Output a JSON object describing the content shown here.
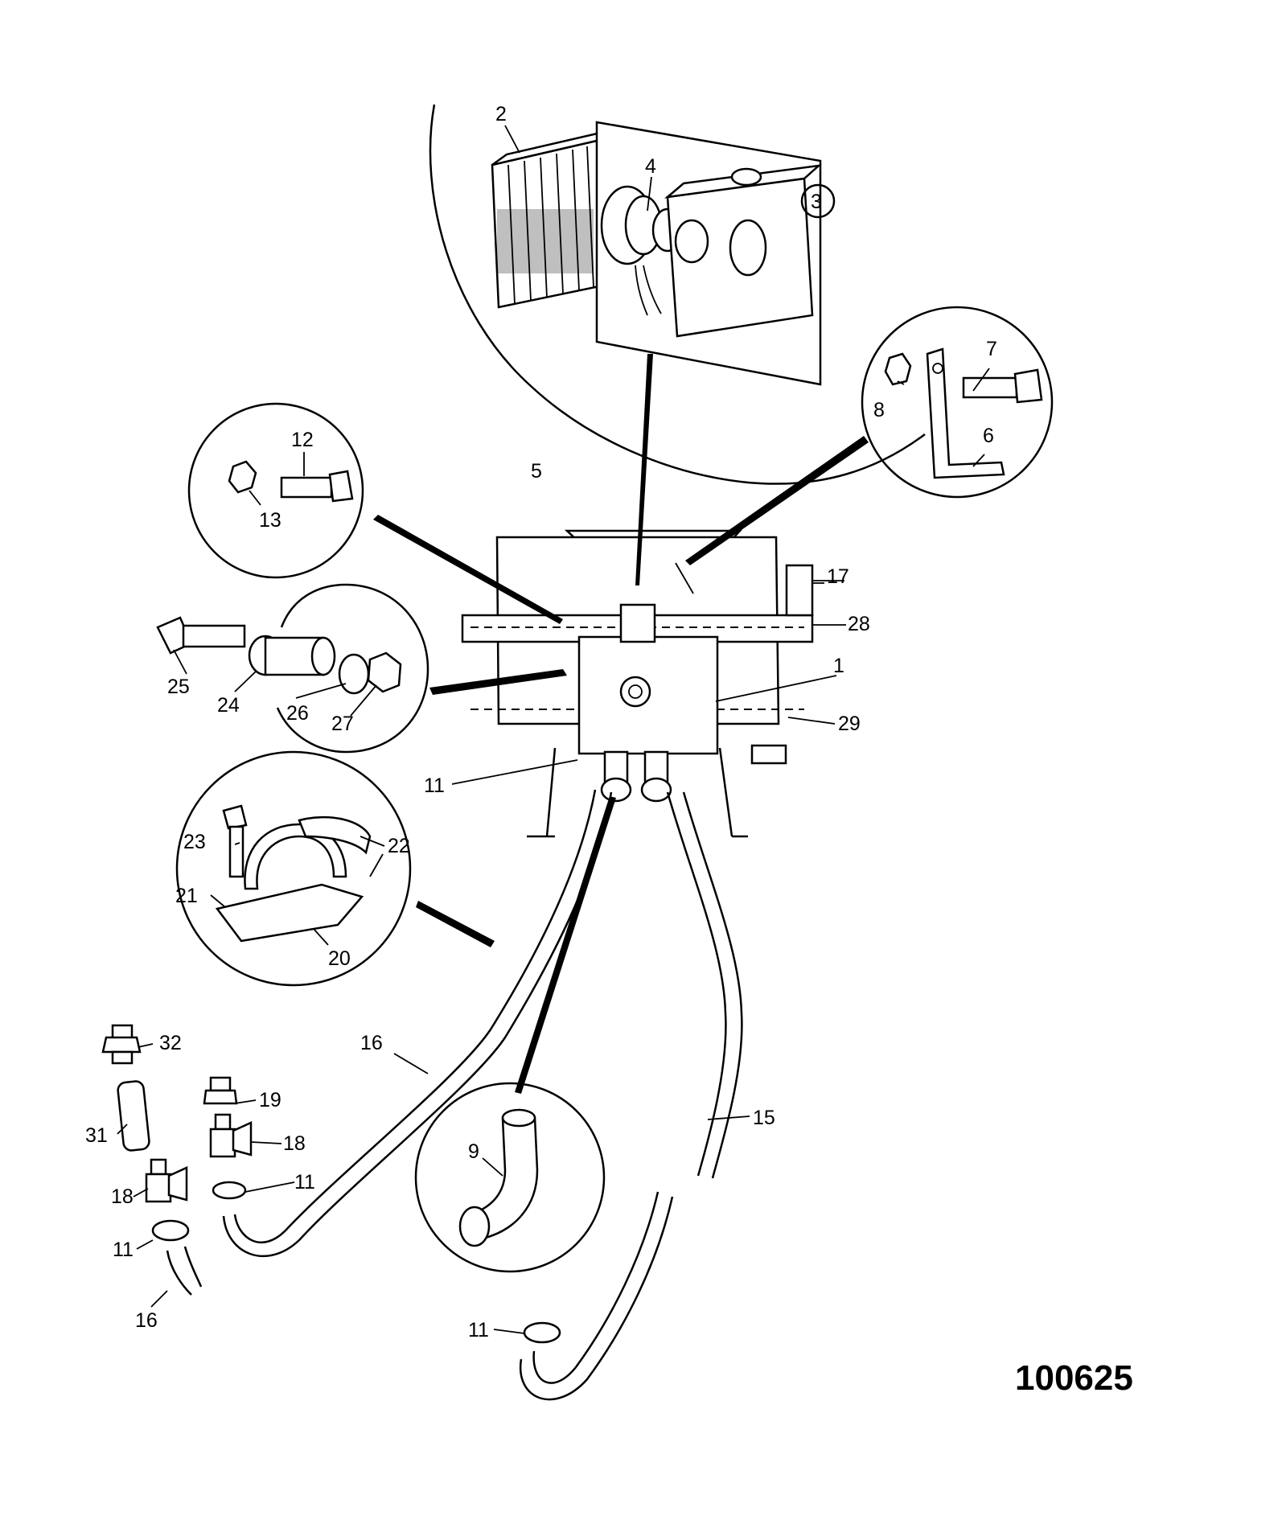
{
  "diagram_number": "100625",
  "callouts": [
    {
      "id": "c1",
      "text": "1"
    },
    {
      "id": "c2",
      "text": "2"
    },
    {
      "id": "c3",
      "text": "3"
    },
    {
      "id": "c4",
      "text": "4"
    },
    {
      "id": "c5",
      "text": "5"
    },
    {
      "id": "c6",
      "text": "6"
    },
    {
      "id": "c7",
      "text": "7"
    },
    {
      "id": "c8",
      "text": "8"
    },
    {
      "id": "c9",
      "text": "9"
    },
    {
      "id": "c11a",
      "text": "11"
    },
    {
      "id": "c11b",
      "text": "11"
    },
    {
      "id": "c11c",
      "text": "11"
    },
    {
      "id": "c11d",
      "text": "11"
    },
    {
      "id": "c12",
      "text": "12"
    },
    {
      "id": "c13",
      "text": "13"
    },
    {
      "id": "c15",
      "text": "15"
    },
    {
      "id": "c16a",
      "text": "16"
    },
    {
      "id": "c16b",
      "text": "16"
    },
    {
      "id": "c17",
      "text": "17"
    },
    {
      "id": "c18a",
      "text": "18"
    },
    {
      "id": "c18b",
      "text": "18"
    },
    {
      "id": "c19",
      "text": "19"
    },
    {
      "id": "c20",
      "text": "20"
    },
    {
      "id": "c21",
      "text": "21"
    },
    {
      "id": "c22",
      "text": "22"
    },
    {
      "id": "c23",
      "text": "23"
    },
    {
      "id": "c24",
      "text": "24"
    },
    {
      "id": "c25",
      "text": "25"
    },
    {
      "id": "c26",
      "text": "26"
    },
    {
      "id": "c27",
      "text": "27"
    },
    {
      "id": "c28",
      "text": "28"
    },
    {
      "id": "c29",
      "text": "29"
    },
    {
      "id": "c31",
      "text": "31"
    },
    {
      "id": "c32",
      "text": "32"
    }
  ]
}
